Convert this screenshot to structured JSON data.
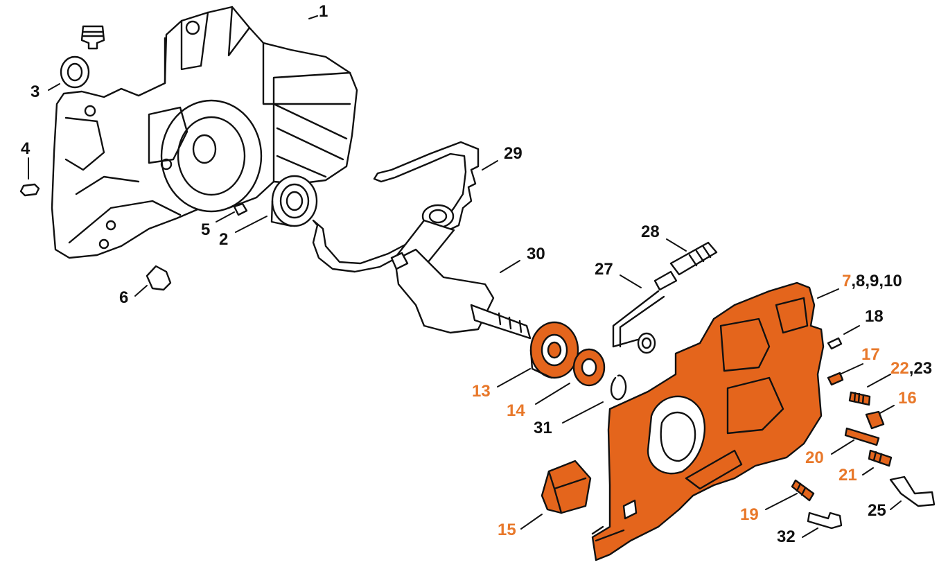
{
  "colors": {
    "highlight": "#e8782a",
    "part_fill_highlight": "#e4651c",
    "outline": "#111111",
    "background": "#ffffff"
  },
  "callouts": [
    {
      "id": "c1",
      "parts": [
        {
          "text": "1",
          "highlighted": false
        }
      ]
    },
    {
      "id": "c2",
      "parts": [
        {
          "text": "2",
          "highlighted": false
        }
      ]
    },
    {
      "id": "c3",
      "parts": [
        {
          "text": "3",
          "highlighted": false
        }
      ]
    },
    {
      "id": "c4",
      "parts": [
        {
          "text": "4",
          "highlighted": false
        }
      ]
    },
    {
      "id": "c5",
      "parts": [
        {
          "text": "5",
          "highlighted": false
        }
      ]
    },
    {
      "id": "c6",
      "parts": [
        {
          "text": "6",
          "highlighted": false
        }
      ]
    },
    {
      "id": "c7",
      "parts": [
        {
          "text": "7",
          "highlighted": true
        },
        {
          "text": ",8,9,10",
          "highlighted": false
        }
      ]
    },
    {
      "id": "c13",
      "parts": [
        {
          "text": "13",
          "highlighted": true
        }
      ]
    },
    {
      "id": "c14",
      "parts": [
        {
          "text": "14",
          "highlighted": true
        }
      ]
    },
    {
      "id": "c15",
      "parts": [
        {
          "text": "15",
          "highlighted": true
        }
      ]
    },
    {
      "id": "c16",
      "parts": [
        {
          "text": "16",
          "highlighted": true
        }
      ]
    },
    {
      "id": "c17",
      "parts": [
        {
          "text": "17",
          "highlighted": true
        }
      ]
    },
    {
      "id": "c18",
      "parts": [
        {
          "text": "18",
          "highlighted": false
        }
      ]
    },
    {
      "id": "c19",
      "parts": [
        {
          "text": "19",
          "highlighted": true
        }
      ]
    },
    {
      "id": "c20",
      "parts": [
        {
          "text": "20",
          "highlighted": true
        }
      ]
    },
    {
      "id": "c21",
      "parts": [
        {
          "text": "21",
          "highlighted": true
        }
      ]
    },
    {
      "id": "c22",
      "parts": [
        {
          "text": "22",
          "highlighted": true
        },
        {
          "text": ",23",
          "highlighted": false
        }
      ]
    },
    {
      "id": "c25",
      "parts": [
        {
          "text": "25",
          "highlighted": false
        }
      ]
    },
    {
      "id": "c27",
      "parts": [
        {
          "text": "27",
          "highlighted": false
        }
      ]
    },
    {
      "id": "c28",
      "parts": [
        {
          "text": "28",
          "highlighted": false
        }
      ]
    },
    {
      "id": "c29",
      "parts": [
        {
          "text": "29",
          "highlighted": false
        }
      ]
    },
    {
      "id": "c30",
      "parts": [
        {
          "text": "30",
          "highlighted": false
        }
      ]
    },
    {
      "id": "c31",
      "parts": [
        {
          "text": "31",
          "highlighted": false
        }
      ]
    },
    {
      "id": "c32",
      "parts": [
        {
          "text": "32",
          "highlighted": false
        }
      ]
    }
  ]
}
